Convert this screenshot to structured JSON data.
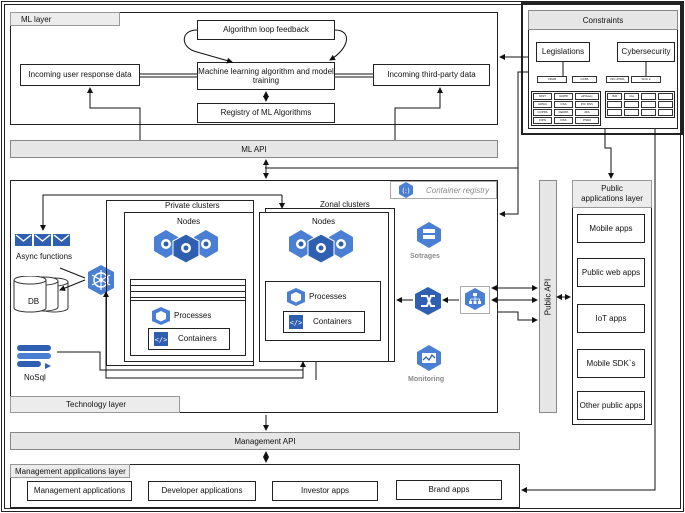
{
  "ml_layer": {
    "title": "ML layer",
    "loop_feedback": "Algorithm loop feedback",
    "ml_training": "Machine learning algorithm and model training",
    "user_response": "Incoming user response data",
    "third_party": "Incoming third-party data",
    "registry": "Registry of ML Algorithms",
    "api": "ML API"
  },
  "constraints": {
    "title": "Constraints",
    "legislations": "Legislations",
    "cybersecurity": "Cybersecurity",
    "standards": [
      "VDAR",
      "CCPA",
      "ISO 27001",
      "SOC 2",
      "NIST",
      "GDPR",
      "ePrivacy",
      "HIPAA",
      "CSA",
      "PCI DSS",
      "COPPA",
      "FERPA",
      "2FA",
      "FIPS",
      "DSS",
      "PSD2",
      "ISO",
      "Cia"
    ]
  },
  "tech_layer": {
    "title": "Technology layer",
    "container_registry": "Container registry",
    "async_functions": "Async functions",
    "db": "DB",
    "nosql": "NoSql",
    "private_clusters": "Private clusters",
    "zonal_clusters": "Zonal clusters",
    "nodes": "Nodes",
    "processes": "Processes",
    "containers": "Containers",
    "storages": "Sotrages",
    "monitoring": "Monitoring"
  },
  "public_api": "Public API",
  "public_apps": {
    "title": "Public applications layer",
    "items": [
      "Mobile apps",
      "Public web apps",
      "IoT apps",
      "Mobile SDK`s",
      "Other public apps"
    ]
  },
  "management_api": "Management API",
  "management_layer": {
    "title": "Management applications layer",
    "items": [
      "Management applications",
      "Developer applications",
      "Investor apps",
      "Brand apps"
    ]
  },
  "colors": {
    "icon_blue": "#4a7fd4",
    "icon_dark": "#2f5fb0",
    "bar_gray": "#e6e6e6"
  }
}
